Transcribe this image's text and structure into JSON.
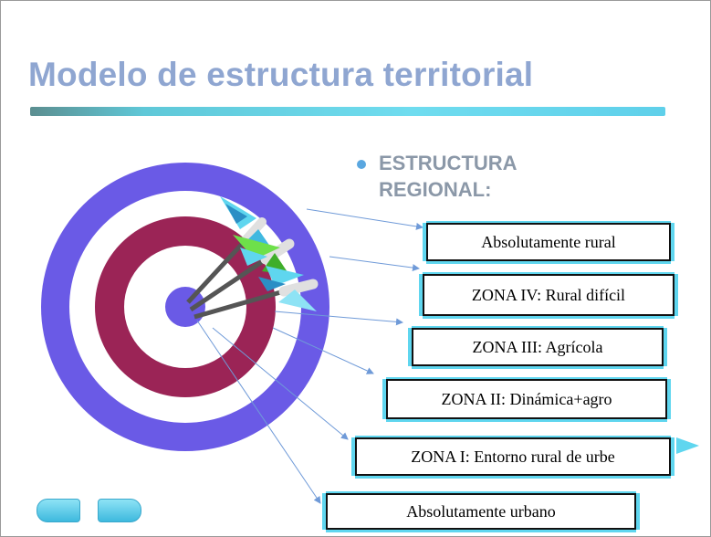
{
  "slide": {
    "title": "Modelo de estructura territorial",
    "bullet": {
      "line1": "ESTRUCTURA",
      "line2": "REGIONAL:"
    },
    "zones": [
      "Absolutamente rural",
      "ZONA IV: Rural difícil",
      "ZONA III: Agrícola",
      "ZONA II: Dinámica+agro",
      "ZONA I: Entorno rural de urbe",
      "Absolutamente urbano"
    ]
  },
  "colors": {
    "title": "#8fa6d1",
    "outer_ring": "#6a5ae6",
    "middle_ring": "#9b2456",
    "inner_dot": "#6a5ae6",
    "box_accent": "#5fd6ef"
  },
  "navigation": {
    "prev_icon": "nav-prev-icon",
    "next_icon": "nav-next-icon"
  }
}
